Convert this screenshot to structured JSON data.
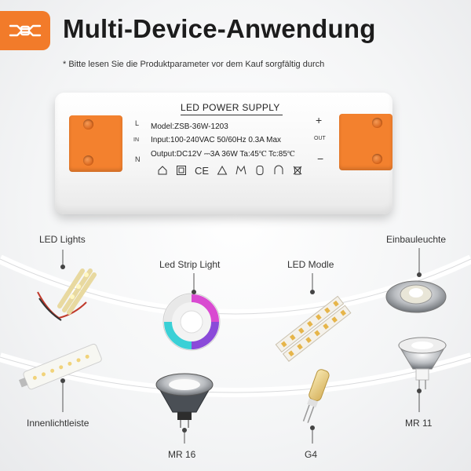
{
  "header": {
    "title": "Multi-Device-Anwendung",
    "subtitle": "* Bitte lesen Sie die Produktparameter vor dem Kauf sorgfältig durch"
  },
  "power_supply": {
    "heading": "LED POWER SUPPLY",
    "model": "Model:ZSB-36W-1203",
    "input": "Input:100-240VAC 50/60Hz 0.3A Max",
    "output": "Output:DC12V ⎓3A 36W  Ta:45℃ Tc:85℃",
    "terminal_left_top": "L",
    "terminal_left_in": "IN",
    "terminal_left_bottom": "N",
    "terminal_right_top": "+",
    "terminal_right_out": "OUT",
    "terminal_right_bottom": "−",
    "symbols": [
      "house-icon",
      "square-icon",
      "ce-icon",
      "triangle-icon",
      "m-icon",
      "bulb-icon",
      "arch-icon",
      "bin-icon"
    ],
    "accent_color": "#f3812e"
  },
  "devices": {
    "led_lights": "LED Lights",
    "led_strip_light": "Led Strip Light",
    "led_modle": "LED Modle",
    "einbauleuchte": "Einbauleuchte",
    "innenlichtleiste": "Innenlichtleiste",
    "mr16": "MR 16",
    "g4": "G4",
    "mr11": "MR 11"
  },
  "brand_color": "#f27b2a"
}
